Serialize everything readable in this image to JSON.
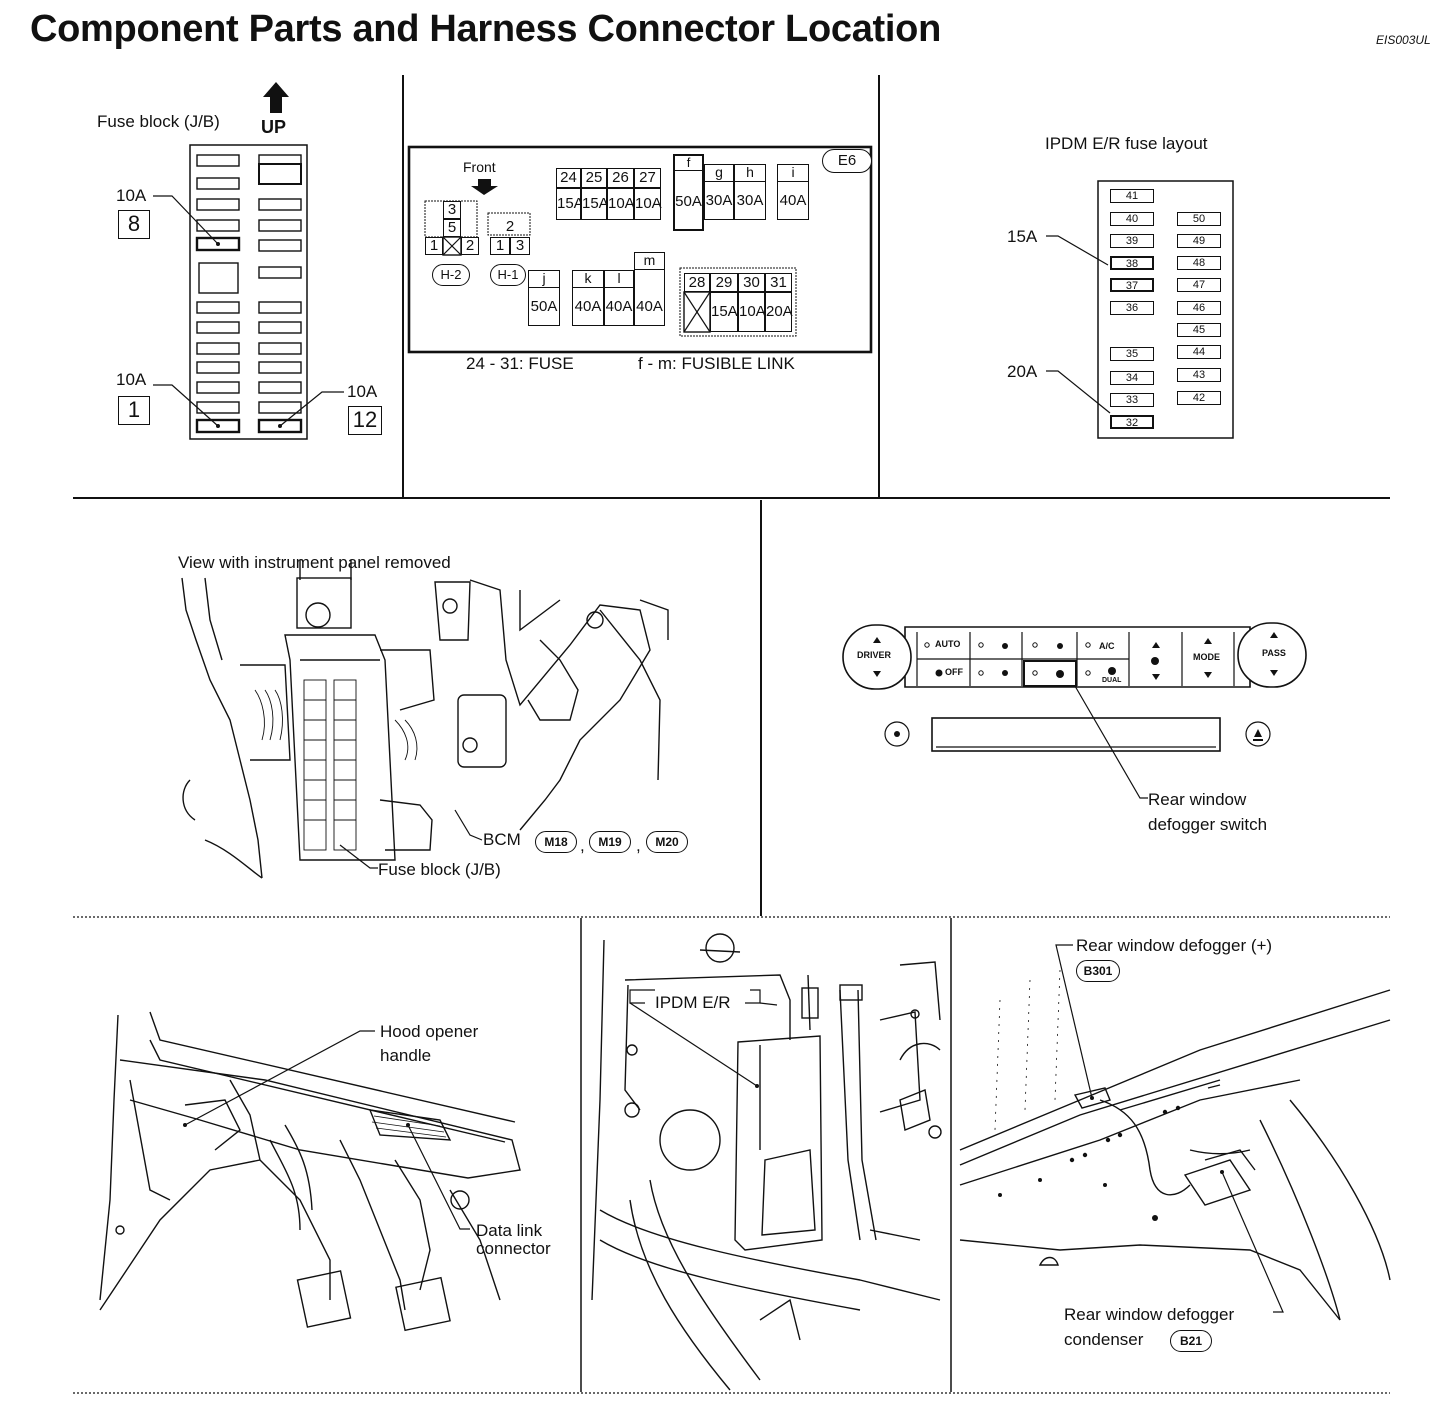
{
  "title": "Component Parts and Harness Connector Location",
  "ref_code": "EIS003UL",
  "fuse_block_panel": {
    "label": "Fuse block (J/B)",
    "up_label": "UP",
    "callouts": [
      {
        "amp": "10A",
        "number": "8"
      },
      {
        "amp": "10A",
        "number": "1"
      },
      {
        "amp": "10A",
        "number": "12"
      }
    ]
  },
  "engine_box_panel": {
    "connector": "E6",
    "front_label": "Front",
    "relay_h2": {
      "pins": [
        "3",
        "5",
        "1",
        "2"
      ],
      "name": "H-2"
    },
    "relay_h1": {
      "pins": [
        "2",
        "1",
        "3"
      ],
      "name": "H-1"
    },
    "fuse_top": [
      {
        "num": "24",
        "amp": "15A"
      },
      {
        "num": "25",
        "amp": "15A"
      },
      {
        "num": "26",
        "amp": "10A"
      },
      {
        "num": "27",
        "amp": "10A"
      }
    ],
    "link_top": [
      {
        "id": "f",
        "amp": "50A"
      },
      {
        "id": "g",
        "amp": "30A"
      },
      {
        "id": "h",
        "amp": "30A"
      },
      {
        "id": "i",
        "amp": "40A"
      }
    ],
    "link_bottom": [
      {
        "id": "j",
        "amp": "50A"
      },
      {
        "id": "k",
        "amp": "40A"
      },
      {
        "id": "l",
        "amp": "40A"
      },
      {
        "id": "m",
        "amp": "40A"
      }
    ],
    "fuse_bottom": [
      {
        "num": "28",
        "amp": ""
      },
      {
        "num": "29",
        "amp": "15A"
      },
      {
        "num": "30",
        "amp": "10A"
      },
      {
        "num": "31",
        "amp": "20A"
      }
    ],
    "caption_fuse": "24 - 31: FUSE",
    "caption_link": "f - m: FUSIBLE LINK"
  },
  "ipdm_panel": {
    "title": "IPDM E/R fuse layout",
    "left_fuses": [
      "41",
      "40",
      "39",
      "38",
      "37",
      "36",
      "35",
      "34",
      "33",
      "32"
    ],
    "right_fuses": [
      "50",
      "49",
      "48",
      "47",
      "46",
      "45",
      "44",
      "43",
      "42"
    ],
    "callout_15": "15A",
    "callout_20": "20A"
  },
  "instrument_panel": {
    "caption": "View with instrument panel removed",
    "bcm_label": "BCM",
    "bcm_connectors": [
      "M18",
      "M19",
      "M20"
    ],
    "comma": ",",
    "fuse_block_label": "Fuse block (J/B)"
  },
  "climate_panel": {
    "buttons": {
      "driver": "DRIVER",
      "auto": "AUTO",
      "off": "OFF",
      "ac": "A/C",
      "dual": "DUAL",
      "mode": "MODE",
      "pass": "PASS"
    },
    "callout_line1": "Rear window",
    "callout_line2": "defogger switch"
  },
  "hood_panel": {
    "hood_line1": "Hood opener",
    "hood_line2": "handle",
    "dlc_line1": "Data link",
    "dlc_line2": "connector"
  },
  "ipdm_location_panel": {
    "label": "IPDM E/R"
  },
  "rear_defogger_panel": {
    "plus_label": "Rear window defogger (+)",
    "plus_connector": "B301",
    "condenser_line1": "Rear window defogger",
    "condenser_line2": "condenser",
    "condenser_connector": "B21"
  }
}
